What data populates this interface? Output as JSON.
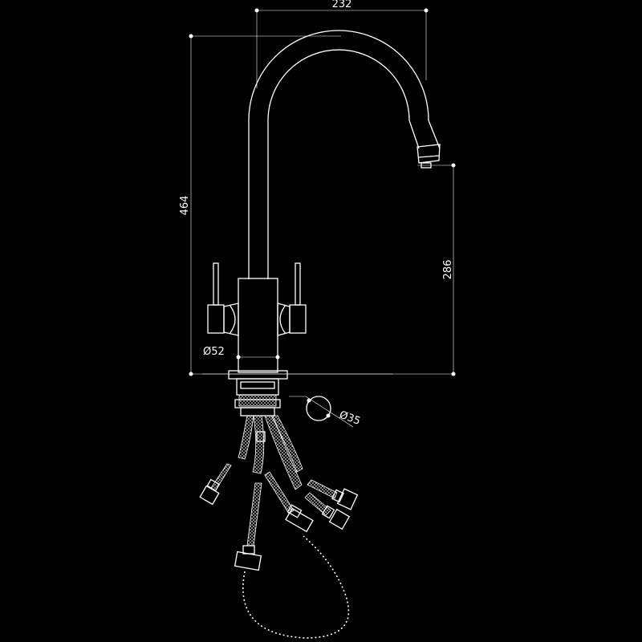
{
  "dimensions": {
    "overall_width": "232",
    "overall_height": "464",
    "spout_height": "286",
    "base_diameter": "Ø52",
    "hole_diameter": "Ø35"
  },
  "colors": {
    "background": "#000000",
    "linework": "#ffffff"
  }
}
